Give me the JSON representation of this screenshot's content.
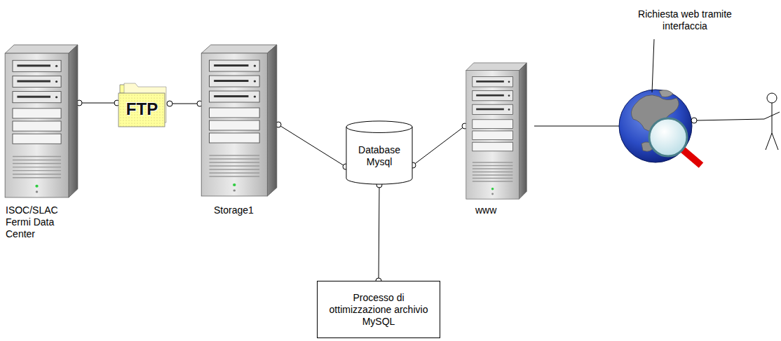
{
  "diagram": {
    "nodes": [
      {
        "text": [
          "ISOC/SLAC Fermi Data Center"
        ]
      },
      {
        "text": [
          "FTP"
        ]
      },
      {
        "text": [
          "Storage1"
        ]
      },
      {
        "text": [
          "Database Mysql"
        ]
      },
      {
        "text": [
          "www"
        ]
      },
      {
        "text": [
          "Processo di ottimizzazione archivio MySQL"
        ]
      }
    ],
    "edges": [
      {
        "from": 0,
        "to": 1,
        "arrow": "none"
      },
      {
        "from": 1,
        "to": 2,
        "arrow": "none"
      },
      {
        "from": 2,
        "to": 3,
        "arrow": "none"
      },
      {
        "from": 3,
        "to": 4,
        "arrow": "none"
      },
      {
        "from": 3,
        "to": 5,
        "arrow": "none"
      }
    ],
    "labels": [
      "Richiesta web tramite interfaccia"
    ]
  }
}
